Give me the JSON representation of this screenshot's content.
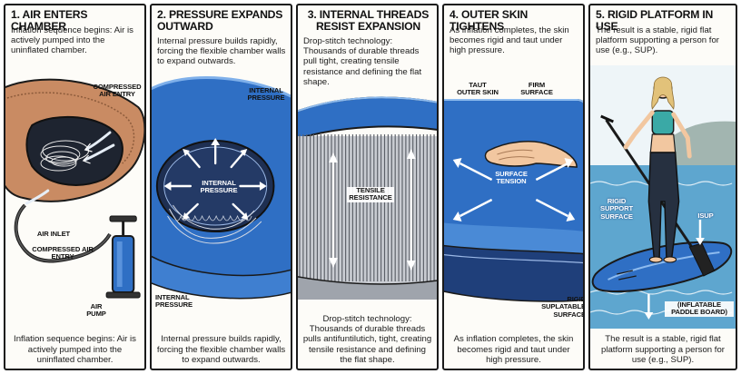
{
  "panels": [
    {
      "title": "1. AIR ENTERS CHAMBER",
      "top_text": "Inflation sequence begins: Air is actively pumped into the uninflated chamber.",
      "bottom_text": "Inflation sequence begins: Air is actively pumped into the uninflated chamber.",
      "labels": {
        "compressed_air_entry_top": "COMPRESSED AIR ENTRY",
        "air_inlet": "AIR INLET",
        "compressed_air_entry_bottom": "COMPRESSED AIR ENTRY",
        "air_pump": "AIR PUMP"
      }
    },
    {
      "title": "2. PRESSURE EXPANDS OUTWARD",
      "top_text": "Internal pressure builds rapidly, forcing the flexible chamber walls to expand outwards.",
      "bottom_text": "Internal pressure builds rapidly, forcing the flexible chamber walls to expand outwards.",
      "labels": {
        "internal_pressure_top": "INTERNAL PRESSURE",
        "internal_pressure_center": "INTERNAL PRESSURE",
        "internal_pressure_bottom": "INTERNAL PRESSURE"
      }
    },
    {
      "title": "3. INTERNAL THREADS RESIST EXPANSION",
      "top_text": "Drop-stitch technology: Thousands of durable threads pull tight, creating tensile resistance and defining the flat shape.",
      "bottom_text": "Drop-stitch technology: Thousands of durable threads pulls antifuntilutich, tight, creating tensile resistance and defining the flat shape.",
      "labels": {
        "tensile_resistance": "TENSILE RESISTANCE"
      }
    },
    {
      "title": "4. OUTER SKIN TIGHTENS",
      "top_text": "As inflation completes, the skin becomes rigid and taut under high pressure.",
      "bottom_text": "As inflation completes, the skin becomes rigid and taut under high pressure.",
      "labels": {
        "taut_outer_skin": "TAUT OUTER SKIN",
        "firm_surface": "FIRM SURFACE",
        "surface_tension": "SURFACE TENSION",
        "rigid_suplatable_surface": "RIGID SUPLATABLE SURFACE"
      }
    },
    {
      "title": "5. RIGID PLATFORM IN USE",
      "top_text": "The result is a stable, rigid flat platform supporting a person for use (e.g., SUP).",
      "bottom_text": "The result is a stable, rigid flat platform supporting a person for use (e.g., SUP).",
      "labels": {
        "rigid_support_surface": "RIGID SUPPORT SURFACE",
        "isup": "ISUP",
        "inflatable_paddle_board": "(INFLATABLE PADDLE BOARD)"
      }
    }
  ],
  "colors": {
    "board_blue": "#2f6fc4",
    "board_dark": "#1f3f7a",
    "fabric_brown": "#c98b63",
    "water": "#5ea6cf",
    "outline": "#1a1a1a"
  }
}
